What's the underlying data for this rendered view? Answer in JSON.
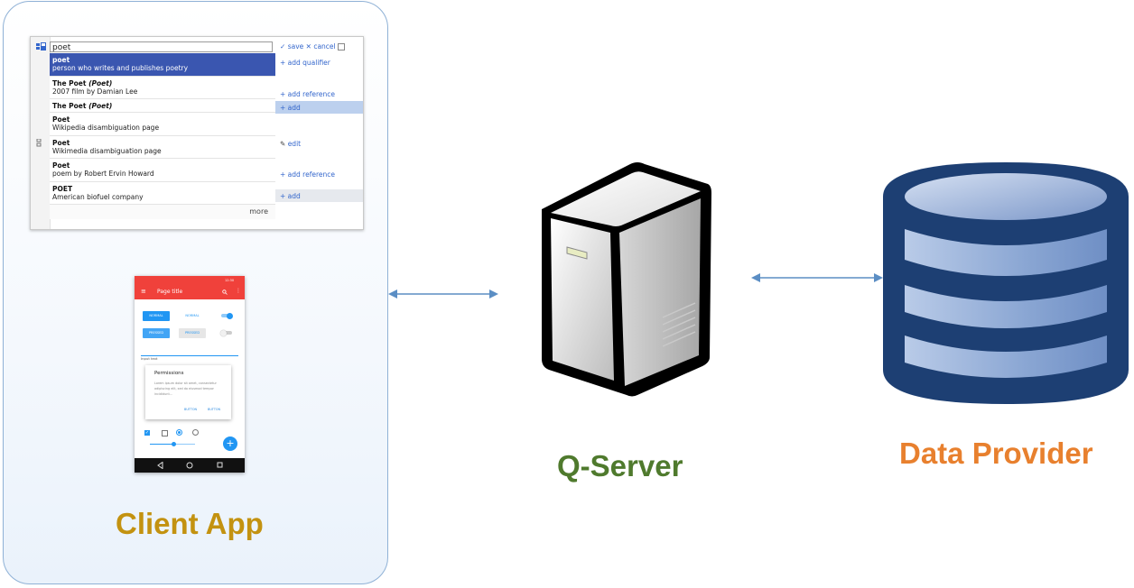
{
  "client": {
    "label": "Client App",
    "autocomplete": {
      "input_value": "poet",
      "suggestions": [
        {
          "title": "poet",
          "description": "person who writes and publishes poetry",
          "selected": true
        },
        {
          "title": "The Poet (Poet)",
          "description": "2007 film by Damian Lee"
        },
        {
          "title": "The Poet (Poet)",
          "description": ""
        },
        {
          "title": "Poet",
          "description": "Wikipedia disambiguation page"
        },
        {
          "title": "Poet",
          "description": "Wikimedia disambiguation page"
        },
        {
          "title": "Poet",
          "description": "poem by Robert Ervin Howard"
        },
        {
          "title": "POET",
          "description": "American biofuel company"
        }
      ],
      "more_label": "more",
      "actions": {
        "save": "save",
        "cancel": "cancel",
        "add_qualifier": "+ add qualifier",
        "add_reference_1": "+ add reference",
        "add_1": "+ add",
        "edit": "edit",
        "add_reference_2": "+ add reference",
        "add_2": "+ add"
      }
    },
    "phone": {
      "title": "Page title",
      "status_time": "12:30",
      "buttons": [
        "NORMAL",
        "NORMAL",
        "PRESSED",
        "PRESSED"
      ],
      "input_text": "Input text",
      "dialog": {
        "title": "Permissions",
        "body": "Lorem ipsum dolor sit amet, consectetur adipiscing elit, sed do eiusmod tempor incididunt...",
        "actions": [
          "BUTTON",
          "BUTTON"
        ]
      },
      "fab": "+"
    }
  },
  "server": {
    "label": "Q-Server"
  },
  "data_provider": {
    "label": "Data Provider"
  },
  "colors": {
    "arrow": "#5b8ec4",
    "client_label": "#c39210",
    "server_label": "#4f7a2d",
    "data_label": "#e8802e",
    "db_dark": "#1d3f73",
    "db_light": "#b7c9e6"
  }
}
